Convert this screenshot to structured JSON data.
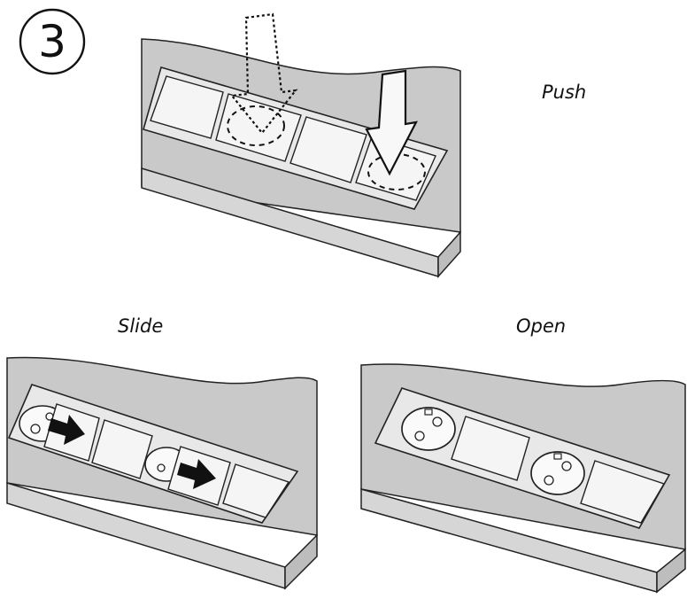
{
  "step_number": "3",
  "captions": {
    "push": "Push",
    "slide": "Slide",
    "open": "Open"
  },
  "colors": {
    "surface": "#c8c8c8",
    "surface_edge": "#d4d4d4",
    "outline": "#222222",
    "panel": "#f2f2f2",
    "arrow": "#111111"
  },
  "icons": {
    "badge": "circled-number",
    "push_arrow": "down-arrow-icon",
    "slide_arrow": "right-arrow-icon",
    "socket": "power-socket-icon"
  }
}
